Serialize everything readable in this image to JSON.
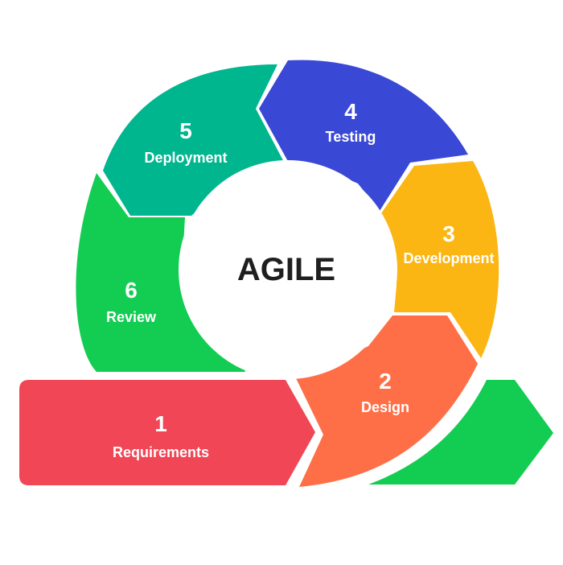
{
  "center": {
    "title": "AGILE"
  },
  "stages": [
    {
      "number": "1",
      "label": "Requirements",
      "color": "#F04656"
    },
    {
      "number": "2",
      "label": "Design",
      "color": "#FF6F47"
    },
    {
      "number": "3",
      "label": "Development",
      "color": "#FBB614"
    },
    {
      "number": "4",
      "label": "Testing",
      "color": "#3A48D6"
    },
    {
      "number": "5",
      "label": "Deployment",
      "color": "#00B68F"
    },
    {
      "number": "6",
      "label": "Review",
      "color": "#13CC52"
    }
  ],
  "tail_color": "#13CC52"
}
